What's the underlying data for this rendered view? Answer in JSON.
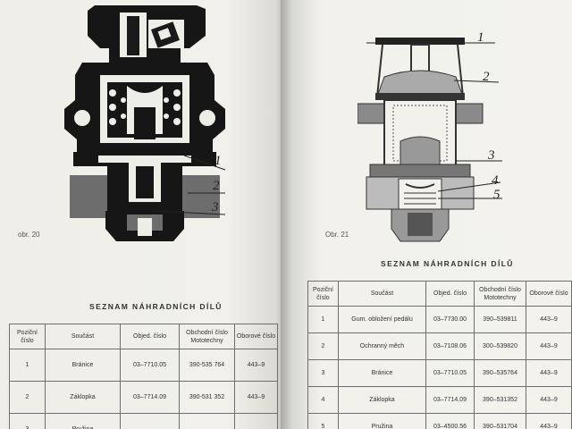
{
  "left_page": {
    "figure_label": "obr. 20",
    "callouts": [
      "1",
      "2",
      "3"
    ],
    "heading": "SEZNAM NÁHRADNÍCH DÍLŮ",
    "table": {
      "headers": [
        "Poziční číslo",
        "Součást",
        "Objed. číslo",
        "Obchodní číslo Mototechny",
        "Oborové číslo"
      ],
      "rows": [
        [
          "1",
          "Bránice",
          "03–7710.05",
          "390-535 764",
          "443–9"
        ],
        [
          "2",
          "Záklopka",
          "03–7714.09",
          "390-531 352",
          "443–9"
        ],
        [
          "3",
          "Pružina",
          "",
          "",
          ""
        ]
      ]
    }
  },
  "right_page": {
    "figure_label": "Obr. 21",
    "callouts": [
      "1",
      "2",
      "3",
      "4",
      "5"
    ],
    "heading": "SEZNAM NÁHRADNÍCH DÍLŮ",
    "table": {
      "headers": [
        "Poziční číslo",
        "Součást",
        "Objed. číslo",
        "Obchodní číslo Mototechny",
        "Oborové číslo"
      ],
      "rows": [
        [
          "1",
          "Gum. obložení pedálu",
          "03–7730.00",
          "390–539811",
          "443–9"
        ],
        [
          "2",
          "Ochranný měch",
          "03–7108.06",
          "300–539820",
          "443–9"
        ],
        [
          "3",
          "Bránice",
          "03–7710.05",
          "390–535764",
          "443–9"
        ],
        [
          "4",
          "Záklopka",
          "03–7714.09",
          "390–531352",
          "443–9"
        ],
        [
          "5",
          "Pružina",
          "03–4500.56",
          "390–531704",
          "443–9"
        ]
      ]
    }
  }
}
